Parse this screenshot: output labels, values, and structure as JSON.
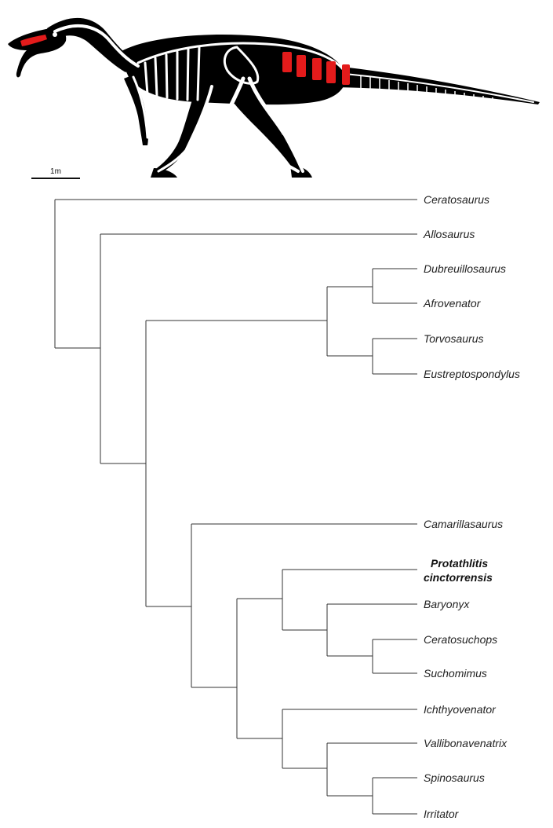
{
  "scale_bar": {
    "label": "1m"
  },
  "colors": {
    "silhouette": "#000000",
    "bone": "#ffffff",
    "highlight": "#e31b1b",
    "branch": "#333333",
    "label": "#222222"
  },
  "tree": {
    "taxa": [
      {
        "name": "Ceratosaurus"
      },
      {
        "name": "Allosaurus"
      },
      {
        "name": "Dubreuillosaurus"
      },
      {
        "name": "Afrovenator"
      },
      {
        "name": "Torvosaurus"
      },
      {
        "name": "Eustreptospondylus"
      },
      {
        "name": "Camarillasaurus"
      },
      {
        "name_line1": "Protathlitis",
        "name_line2": "cinctorrensis",
        "highlight": true
      },
      {
        "name": "Baryonyx"
      },
      {
        "name": "Ceratosuchops"
      },
      {
        "name": "Suchomimus"
      },
      {
        "name": "Ichthyovenator"
      },
      {
        "name": "Vallibonavenatrix"
      },
      {
        "name": "Spinosaurus"
      },
      {
        "name": "Irritator"
      }
    ]
  }
}
